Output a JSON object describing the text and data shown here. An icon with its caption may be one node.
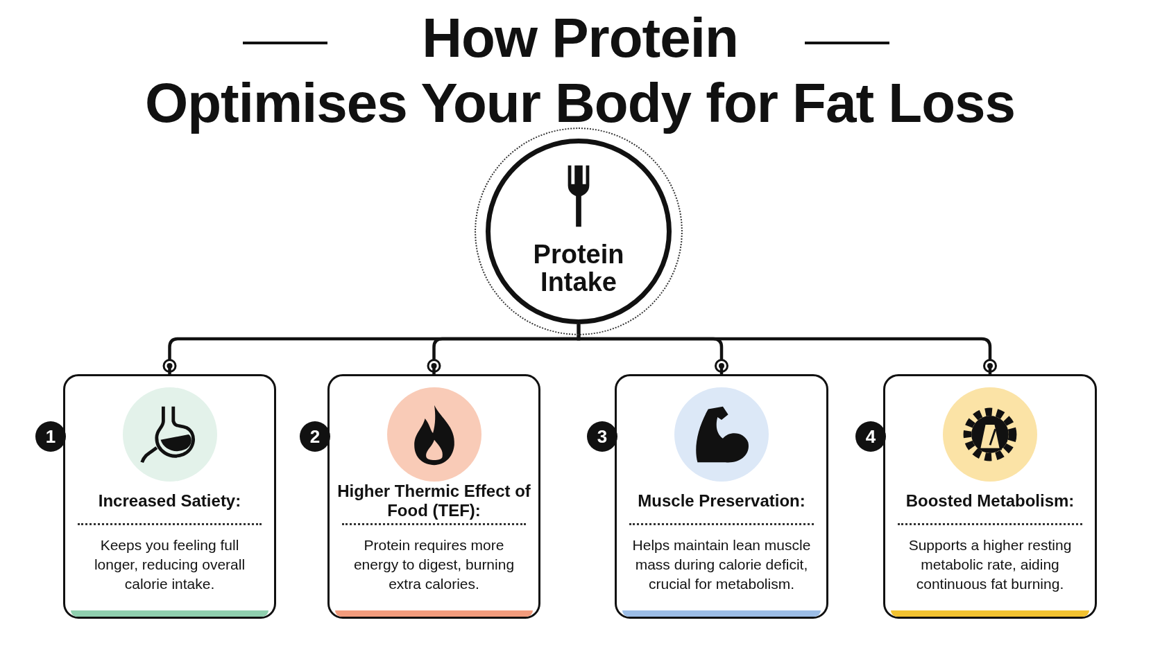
{
  "diagram": {
    "title": "How Protein Optimises Your Body for Fat Loss",
    "nodes": [
      {
        "text": [
          "Protein Intake"
        ]
      },
      {
        "text": [
          "Increased Satiety:",
          "Keeps you feeling full longer, reducing overall calorie intake."
        ],
        "beside": [
          "1"
        ]
      },
      {
        "text": [
          "Higher Thermic Effect of Food (TEF):",
          "Protein requires more energy to digest, burning extra calories."
        ],
        "beside": [
          "2"
        ]
      },
      {
        "text": [
          "Muscle Preservation:",
          "Helps maintain lean muscle mass during calorie deficit, crucial for metabolism."
        ],
        "beside": [
          "3"
        ]
      },
      {
        "text": [
          "Boosted Metabolism:",
          "Supports a higher resting metabolic rate, aiding continuous fat burning."
        ],
        "beside": [
          "4"
        ]
      }
    ],
    "edges": [
      {
        "from": 0,
        "to": 1,
        "arrow": "other"
      },
      {
        "from": 0,
        "to": 2,
        "arrow": "other"
      },
      {
        "from": 0,
        "to": 3,
        "arrow": "other"
      },
      {
        "from": 0,
        "to": 4,
        "arrow": "other"
      }
    ]
  }
}
